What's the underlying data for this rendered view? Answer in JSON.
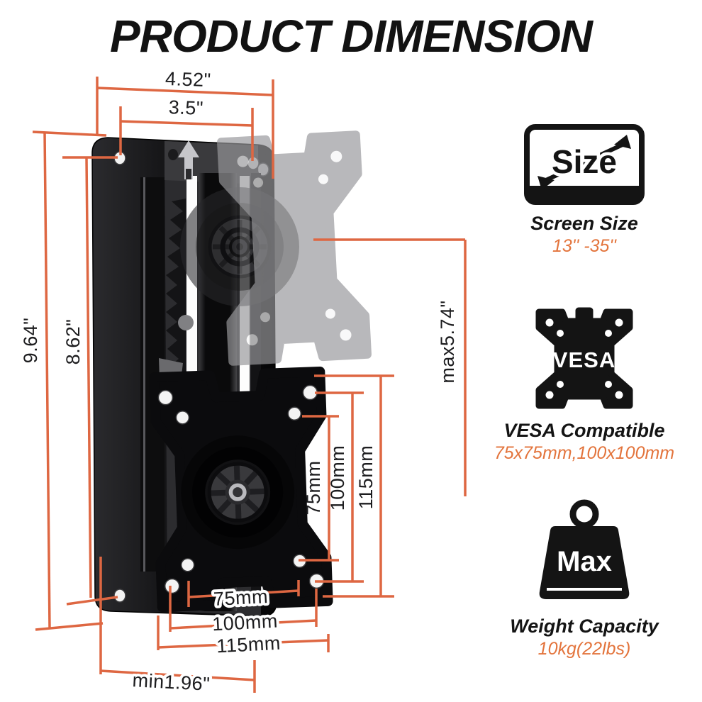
{
  "title": "PRODUCT DIMENSION",
  "colors": {
    "dimension_line_orange": "#DE6742",
    "subtitle_orange": "#E3743C",
    "ink_black": "#141414",
    "product_black": "#0b0b0d",
    "ghost_plate_gray": "#98989b"
  },
  "dimensions": {
    "top_outer_width": "4.52\"",
    "top_inner_width": "3.5\"",
    "left_outer_height": "9.64\"",
    "left_inner_height": "8.62\"",
    "height_adjustment": "max5.74\"",
    "vesa_vertical": [
      "75mm",
      "100mm",
      "115mm"
    ],
    "vesa_horizontal": [
      "75mm",
      "100mm",
      "115mm"
    ],
    "bottom_depth": "min1.96\""
  },
  "features": [
    {
      "icon": "screen-size-icon",
      "icon_text": "Size",
      "label": "Screen Size",
      "value": "13'' -35''"
    },
    {
      "icon": "vesa-plate-icon",
      "icon_text": "VESA",
      "label": "VESA Compatible",
      "value": "75x75mm,100x100mm"
    },
    {
      "icon": "max-weight-icon",
      "icon_text": "Max",
      "label": "Weight Capacity",
      "value": "10kg(22lbs)"
    }
  ]
}
